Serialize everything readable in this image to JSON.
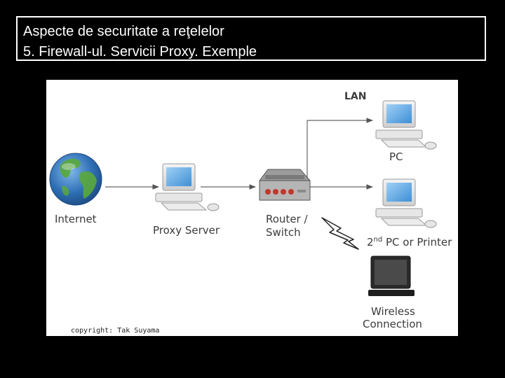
{
  "slide": {
    "title_line1": "Aspecte de securitate a reţelelor",
    "title_line2": "5. Firewall-ul. Servicii Proxy. Exemple"
  },
  "diagram": {
    "lan_label": "LAN",
    "internet_label": "Internet",
    "proxy_label": "Proxy Server",
    "router_label_1": "Router /",
    "router_label_2": "Switch",
    "pc_label": "PC",
    "pc2_label_prefix": "2",
    "pc2_label_sup": "nd",
    "pc2_label_rest": " PC or Printer",
    "wireless_label_1": "Wireless",
    "wireless_label_2": "Connection",
    "copyright": "copyright: Tak Suyama"
  },
  "colors": {
    "background": "#000000",
    "title_text": "#ffffff",
    "figure_background": "#ffffff",
    "label_text": "#3b3b3b",
    "router_lights": "#c0392b",
    "globe_ocean": "#2e6fb5",
    "globe_land": "#5aa83c"
  }
}
